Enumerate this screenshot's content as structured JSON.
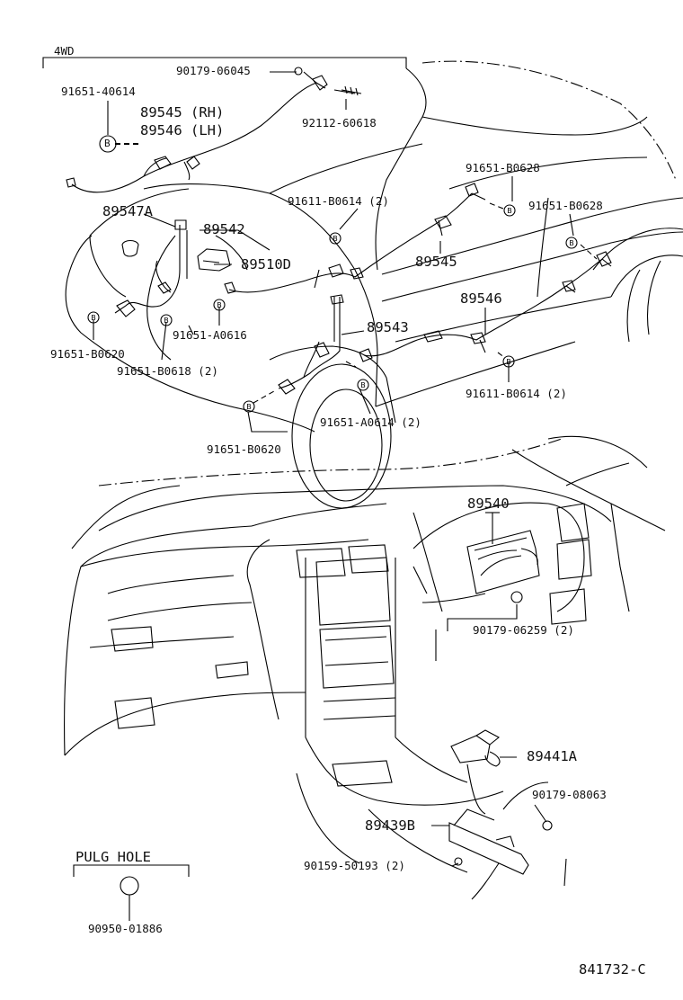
{
  "diagram": {
    "section_label": "4WD",
    "plug_hole": {
      "title": "PULG HOLE",
      "part": "90950-01886"
    },
    "drawing_number": "841732-C",
    "callouts": {
      "p90179_06045": "90179-06045",
      "p91651_40614": "91651-40614",
      "p89545_rh": "89545 (RH)",
      "p89546_lh": "89546 (LH)",
      "p92112_60618": "92112-60618",
      "b_marker_a": "B",
      "p91651_b0628_a": "91651-B0628",
      "p91611_b0614_a": "91611-B0614 (2)",
      "p91651_b0628_b": "91651-B0628",
      "p89547a": "89547A",
      "p89542": "89542",
      "p89510d": "89510D",
      "p89545": "89545",
      "p89546": "89546",
      "p91651_b0620_a": "91651-B0620",
      "p91651_a0616": "91651-A0616",
      "p91651_b0618": "91651-B0618 (2)",
      "p89543": "89543",
      "p91611_b0614_b": "91611-B0614 (2)",
      "p91651_a0614": "91651-A0614 (2)",
      "p91651_b0620_b": "91651-B0620",
      "p89540": "89540",
      "p90179_06259": "90179-06259 (2)",
      "p89441a": "89441A",
      "p90179_08063": "90179-08063",
      "p89439b": "89439B",
      "p90159_50193": "90159-50193 (2)"
    },
    "bolt_marker": "B"
  }
}
